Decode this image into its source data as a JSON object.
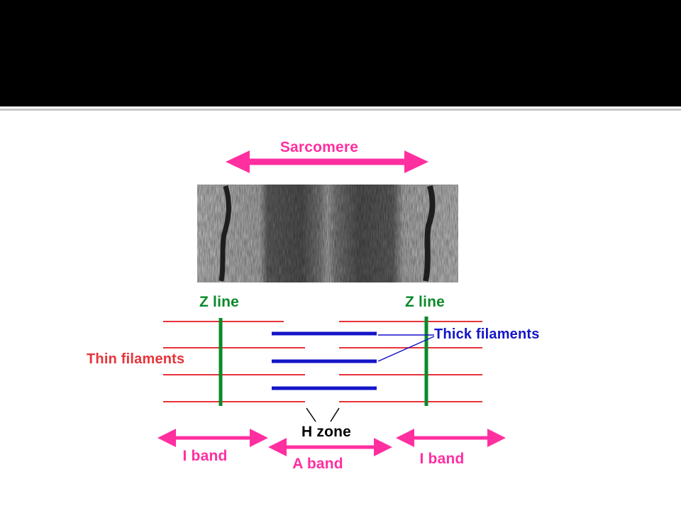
{
  "diagram": {
    "sarcomere_label": "Sarcomere",
    "z_line_left_label": "Z line",
    "z_line_right_label": "Z line",
    "thin_filaments_label": "Thin filaments",
    "thick_filaments_label": "Thick filaments",
    "h_zone_label": "H zone",
    "i_band_left_label": "I band",
    "a_band_label": "A band",
    "i_band_right_label": "I band"
  },
  "colors": {
    "magenta": "#ff2fa0",
    "green": "#0b8a2a",
    "red": "#e8333a",
    "blue": "#1414c8",
    "black": "#000000"
  }
}
